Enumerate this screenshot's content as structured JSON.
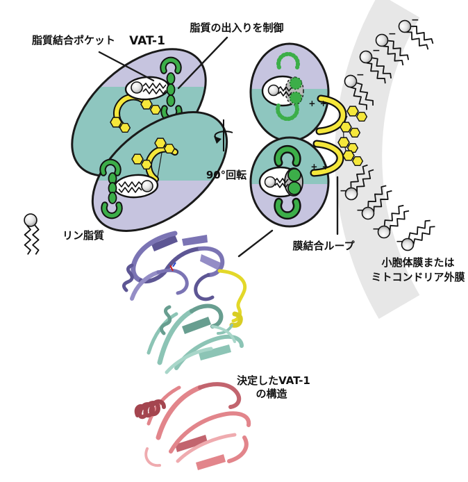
{
  "figure": {
    "labels": {
      "pocket": "脂質結合ポケット",
      "vat1": "VAT-1",
      "lipid_control": "脂質の出入りを制御",
      "rotation": "90°回転",
      "phospholipid": "リン脂質",
      "membrane_loop": "膜結合ループ",
      "membrane_name_line1": "小胞体膜または",
      "membrane_name_line2": "ミトコンドリア外膜",
      "structure_caption_line1": "決定したVAT-1",
      "structure_caption_line2": "の構造",
      "plus_charges": "+ +",
      "minus_charge": "−"
    },
    "colors": {
      "domain_lavender": "#c6c4df",
      "domain_teal": "#8ec6bf",
      "gate_green": "#3cae49",
      "loop_yellow": "#f5e73b",
      "membrane_gray": "#e7e7e7",
      "pocket_gray": "#b9b9b9",
      "outline_black": "#1a1a1a",
      "ribbon_purple": "#7b74b4",
      "ribbon_teal": "#8cc4b5",
      "ribbon_pink": "#e2858b",
      "ribbon_yellow": "#e3d829"
    },
    "icons": [
      "phospholipid-icon",
      "rotation-axis-icon",
      "green-gate-icon",
      "hexagon-headgroup-icon",
      "membrane-arc",
      "protein-ribbon-structure"
    ]
  }
}
